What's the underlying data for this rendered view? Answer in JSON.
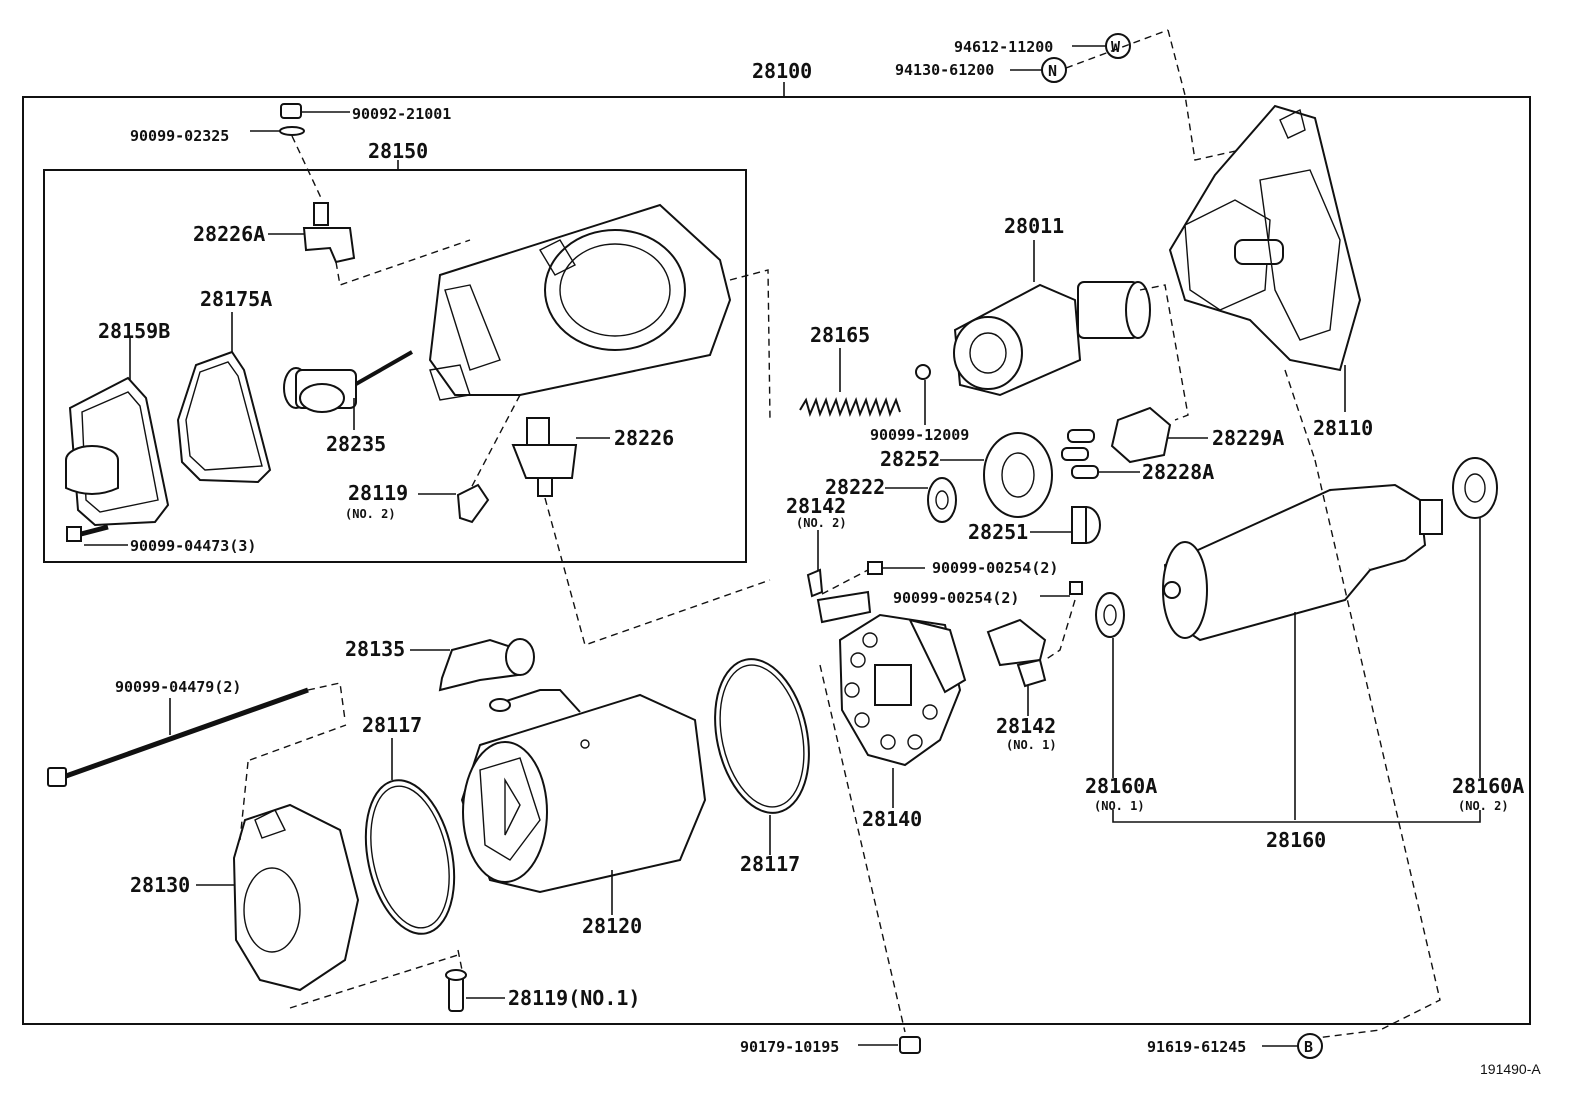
{
  "diagram_id": "191490-A",
  "labels": {
    "l_28100": "28100",
    "l_94612_11200": "94612-11200",
    "l_94130_61200": "94130-61200",
    "l_W": "W",
    "l_N": "N",
    "l_B": "B",
    "l_90092_21001": "90092-21001",
    "l_90099_02325": "90099-02325",
    "l_28150": "28150",
    "l_28226A": "28226A",
    "l_28175A": "28175A",
    "l_28159B": "28159B",
    "l_28235": "28235",
    "l_28226": "28226",
    "l_28119_top": "28119",
    "l_no2_28119": "(NO. 2)",
    "l_90099_04473": "90099-04473(3)",
    "l_28011": "28011",
    "l_28165": "28165",
    "l_90099_12009": "90099-12009",
    "l_28252": "28252",
    "l_28222": "28222",
    "l_28251": "28251",
    "l_28229A": "28229A",
    "l_28228A": "28228A",
    "l_28110": "28110",
    "l_28142_top": "28142",
    "l_no2_28142": "(NO. 2)",
    "l_90099_00254_a": "90099-00254(2)",
    "l_90099_00254_b": "90099-00254(2)",
    "l_28142_bot": "28142",
    "l_no1_28142": "(NO. 1)",
    "l_28135": "28135",
    "l_90099_04479": "90099-04479(2)",
    "l_28117_left": "28117",
    "l_28117_right": "28117",
    "l_28130": "28130",
    "l_28120": "28120",
    "l_28140": "28140",
    "l_28119_bot": "28119(NO.1)",
    "l_28160A_left": "28160A",
    "l_no1_28160A": "(NO. 1)",
    "l_28160A_right": "28160A",
    "l_no2_28160A": "(NO. 2)",
    "l_28160": "28160",
    "l_90179_10195": "90179-10195",
    "l_91619_61245": "91619-61245"
  }
}
